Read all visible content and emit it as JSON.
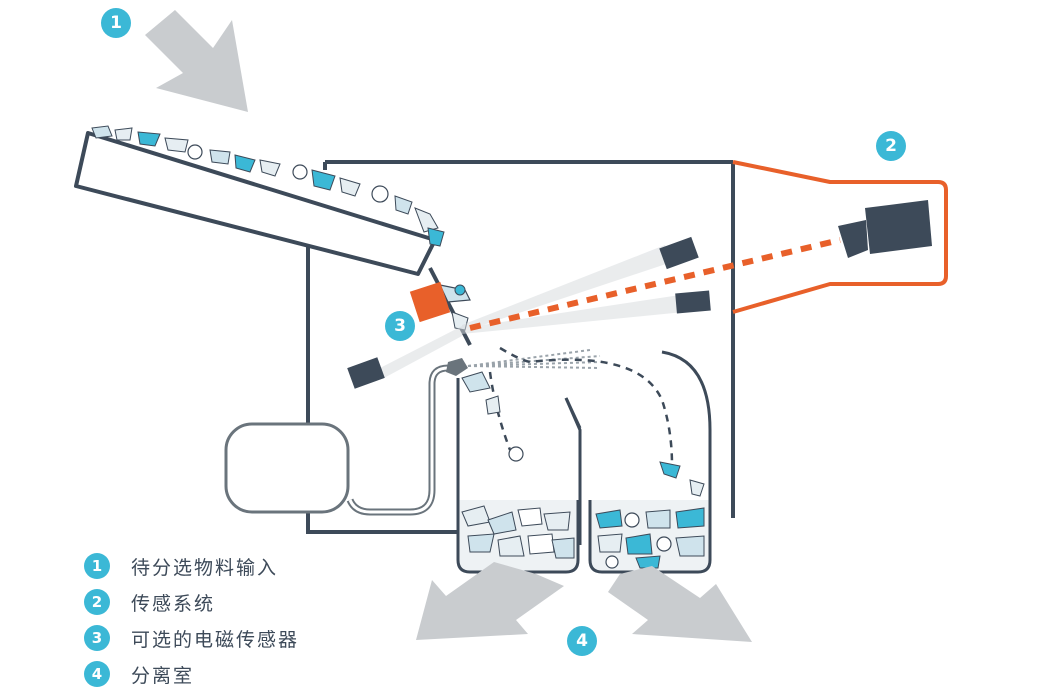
{
  "callouts": {
    "input": "1",
    "sensor": "2",
    "em_sensor": "3",
    "chamber": "4"
  },
  "legend": [
    {
      "number": "1",
      "label": "待分选物料输入"
    },
    {
      "number": "2",
      "label": "传感系统"
    },
    {
      "number": "3",
      "label": "可选的电磁传感器"
    },
    {
      "number": "4",
      "label": "分离室"
    }
  ],
  "colors": {
    "accent": "#3bb8d6",
    "sensor_orange": "#e8602a",
    "frame": "#3d4a59",
    "arrow_gray": "#c9cccf"
  }
}
